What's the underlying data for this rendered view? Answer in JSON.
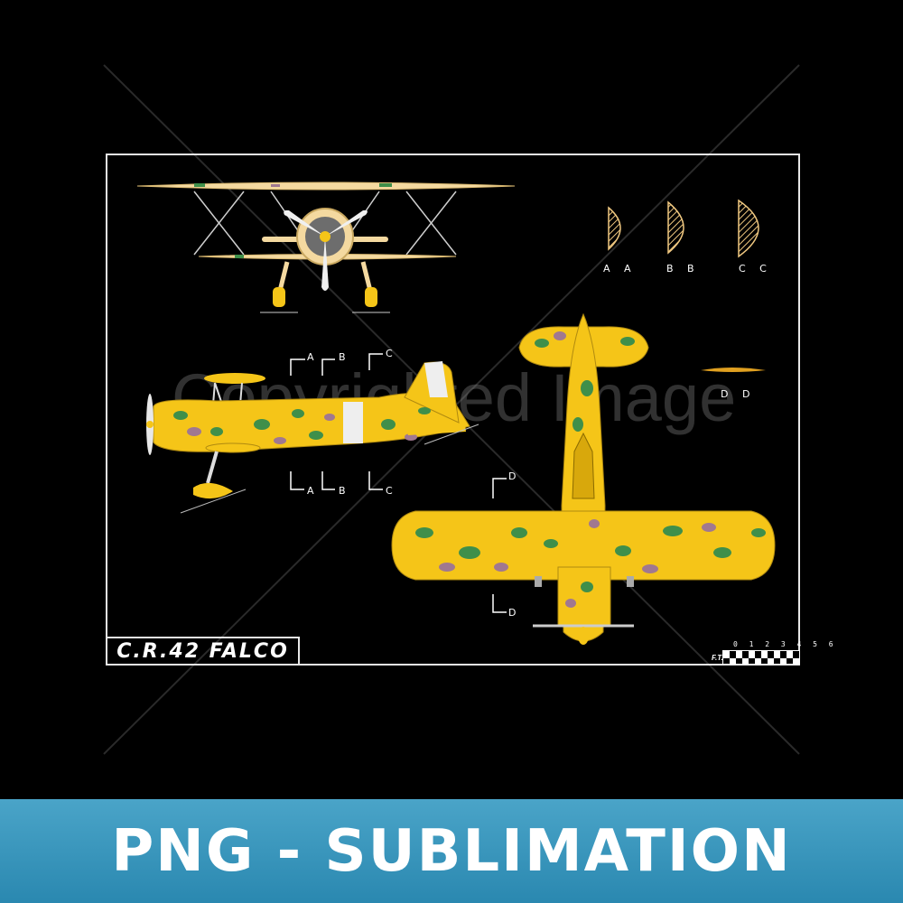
{
  "title": "C.R.42 FALCO",
  "watermark": "Copyrighted Image",
  "banner": {
    "text": "PNG - SUBLIMATION"
  },
  "sections": {
    "aa": "A A",
    "bb": "B B",
    "cc": "C C",
    "dd": "D D",
    "a": "A",
    "b": "B",
    "c": "C",
    "d": "D"
  },
  "scale": {
    "numbers": "0 1 2 3 4 5 6",
    "author": "F.T."
  },
  "colors": {
    "background": "#000000",
    "frame": "#e8e8e8",
    "aircraft_yellow": "#f5c518",
    "camo_green": "#3f8f4a",
    "camo_mauve": "#a07890",
    "banner": "#3a98c0"
  }
}
